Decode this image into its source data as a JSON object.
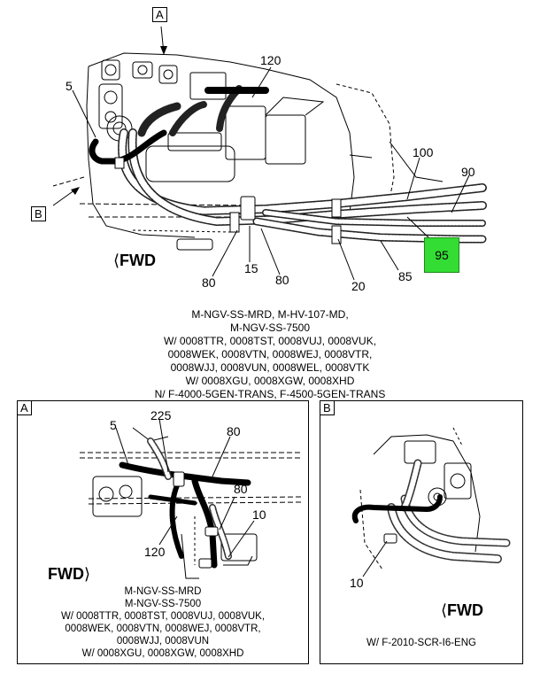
{
  "main": {
    "view_tag_a": "A",
    "view_tag_b": "B",
    "callouts": {
      "c5": "5",
      "c120": "120",
      "c100": "100",
      "c90": "90",
      "c95": "95",
      "c80a": "80",
      "c15": "15",
      "c80b": "80",
      "c20": "20",
      "c85": "85"
    },
    "fwd_label": "FWD",
    "applicability": [
      "M-NGV-SS-MRD, M-HV-107-MD,",
      "M-NGV-SS-7500",
      "W/ 0008TTR, 0008TST, 0008VUJ, 0008VUK,",
      "0008WEK, 0008VTN, 0008WEJ, 0008VTR,",
      "0008WJJ, 0008VUN, 0008WEL, 0008VTK",
      "W/ 0008XGU, 0008XGW, 0008XHD",
      "N/ F-4000-5GEN-TRANS, F-4500-5GEN-TRANS"
    ]
  },
  "detail_a": {
    "tag": "A",
    "callouts": {
      "c5": "5",
      "c225": "225",
      "c80a": "80",
      "c80b": "80",
      "c10": "10",
      "c120": "120"
    },
    "fwd_label": "FWD",
    "applicability": [
      "M-NGV-SS-MRD",
      "M-NGV-SS-7500",
      "W/ 0008TTR, 0008TST, 0008VUJ, 0008VUK,",
      "0008WEK, 0008VTN, 0008WEJ, 0008VTR,",
      "0008WJJ, 0008VUN",
      "W/ 0008XGU, 0008XGW, 0008XHD"
    ]
  },
  "detail_b": {
    "tag": "B",
    "callouts": {
      "c10": "10"
    },
    "fwd_label": "FWD",
    "applicability": "W/ F-2010-SCR-I6-ENG"
  },
  "colors": {
    "highlight": "#33dd33",
    "line": "#000000"
  }
}
